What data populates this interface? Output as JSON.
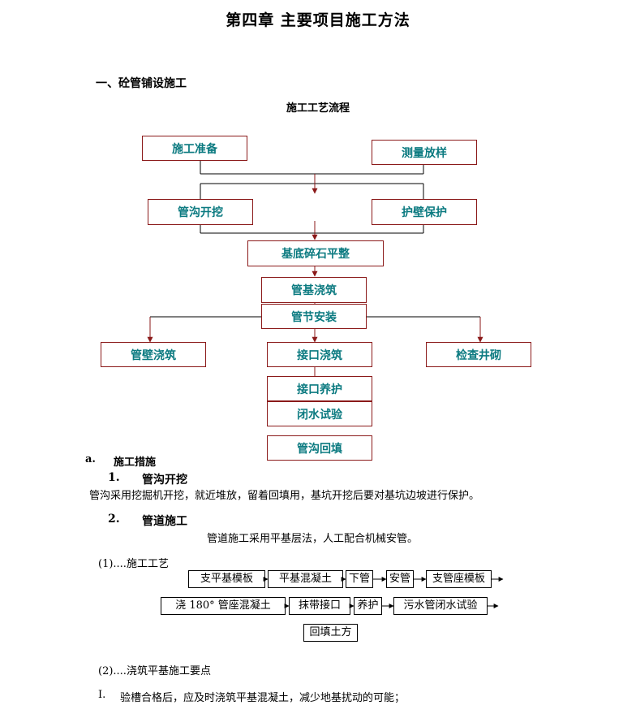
{
  "page_title": "第四章    主要项目施工方法",
  "section_heading": "一、砼管铺设施工",
  "flow_title": "施工工艺流程",
  "flow": {
    "prep": "施工准备",
    "survey": "测量放样",
    "trench": "管沟开挖",
    "wall_protect": "护壁保护",
    "gravel": "基底碎石平整",
    "base_pour": "管基浇筑",
    "pipe_install": "管节安装",
    "wall_pour": "管壁浇筑",
    "joint_pour": "接口浇筑",
    "well": "检查井砌",
    "joint_cure": "接口养护",
    "water_test": "闭水试验",
    "backfill": "管沟回填"
  },
  "measures": {
    "label": "a.",
    "title": "施工措施",
    "item1_num": "1.",
    "item1_title": "管沟开挖",
    "item1_text": "管沟采用挖掘机开挖，就近堆放，留着回填用，基坑开挖后要对基坑边坡进行保护。",
    "item2_num": "2.",
    "item2_title": "管道施工",
    "item2_text": "管道施工采用平基层法，人工配合机械安管。",
    "process_label": "(1)....施工工艺",
    "process_row1": [
      "支平基模板",
      "平基混凝土",
      "下管",
      "安管",
      "支管座模板"
    ],
    "process_row2": [
      "浇 180°  管座混凝土",
      "抹带接口",
      "养护",
      "污水管闭水试验"
    ],
    "process_row3": [
      "回填土方"
    ],
    "points_label": "(2)....浇筑平基施工要点",
    "point1_num": "I.",
    "point1_text": "验槽合格后，应及时浇筑平基混凝土，减少地基扰动的可能；"
  },
  "colors": {
    "flow_border": "#8b1a1a",
    "flow_text": "#0b7a80",
    "arrow": "#8b1a1a"
  }
}
